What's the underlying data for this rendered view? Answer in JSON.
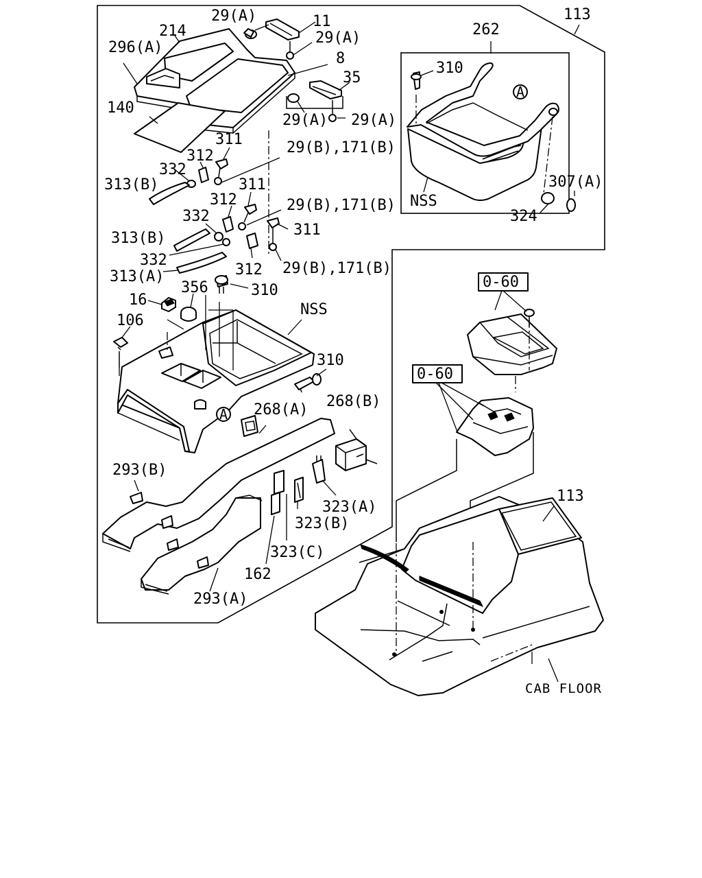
{
  "labels": {
    "p113_top": "113",
    "p262": "262",
    "p310_inset": "310",
    "p_a_inset": "A",
    "p307a": "307(A)",
    "p324": "324",
    "nss_inset": "NSS",
    "p29a_1": "29(A)",
    "p11": "11",
    "p29a_2": "29(A)",
    "p214": "214",
    "p296a": "296(A)",
    "p8": "8",
    "p35": "35",
    "p29a_3": "29(A)",
    "p29a_4": "29(A)",
    "p140": "140",
    "p311_1": "311",
    "p312_1": "312",
    "p29b_171b_1": "29(B),171(B)",
    "p332_1": "332",
    "p313b_1": "313(B)",
    "p311_2": "311",
    "p312_2": "312",
    "p29b_171b_2": "29(B),171(B)",
    "p332_2": "332",
    "p311_3": "311",
    "p313b_2": "313(B)",
    "p332_3": "332",
    "p313a": "313(A)",
    "p312_3": "312",
    "p29b_171b_3": "29(B),171(B)",
    "p310_1": "310",
    "p16": "16",
    "p356": "356",
    "nss_main": "NSS",
    "p106": "106",
    "p310_2": "310",
    "p_a_main": "A",
    "p268a": "268(A)",
    "p268b": "268(B)",
    "p293b": "293(B)",
    "p323a": "323(A)",
    "p323b": "323(B)",
    "p323c": "323(C)",
    "p162": "162",
    "p293a": "293(A)",
    "o60_1": "0-60",
    "o60_2": "0-60",
    "p113_floor": "113",
    "cab_floor": "CAB FLOOR"
  }
}
